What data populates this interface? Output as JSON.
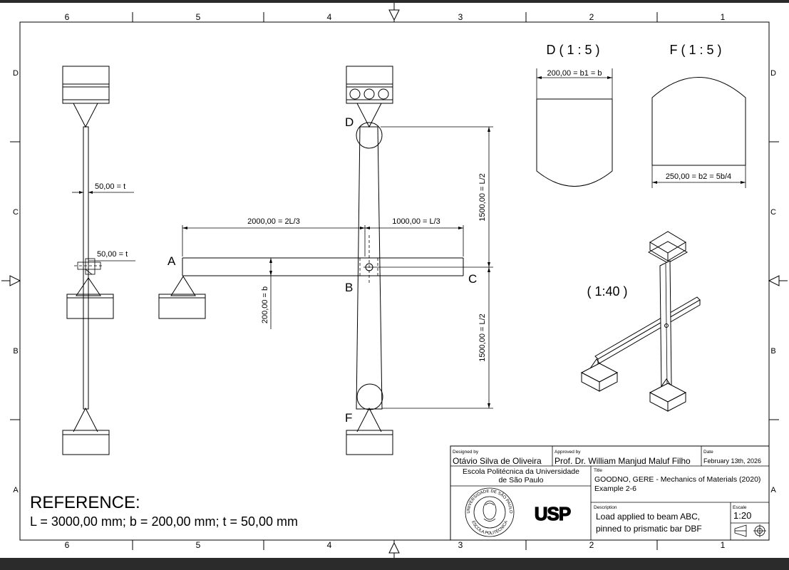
{
  "border": {
    "top_numbers": [
      "6",
      "5",
      "4",
      "3",
      "2",
      "1"
    ],
    "bottom_numbers": [
      "6",
      "5",
      "4",
      "3",
      "2",
      "1"
    ],
    "left_letters": [
      "D",
      "C",
      "B",
      "A"
    ],
    "right_letters": [
      "D",
      "C",
      "B",
      "A"
    ]
  },
  "views": {
    "side_dims": {
      "t_top": "50,00 = t",
      "t_mid": "50,00 = t"
    },
    "front_labels": {
      "A": "A",
      "B": "B",
      "C": "C",
      "D": "D",
      "F": "F"
    },
    "front_dims": {
      "left_span": "2000,00 = 2L/3",
      "right_span": "1000,00 = L/3",
      "upper_height": "1500,00 = L/2",
      "lower_height": "1500,00 = L/2",
      "beam_depth": "200,00 = b"
    },
    "detail_d": {
      "title": "D ( 1 : 5 )",
      "dim": "200,00 = b1 = b"
    },
    "detail_f": {
      "title": "F ( 1 : 5 )",
      "dim": "250,00 = b2 = 5b/4"
    },
    "iso": {
      "scale": "( 1:40 )"
    }
  },
  "reference": {
    "heading": "REFERENCE:",
    "values": "L = 3000,00 mm; b = 200,00 mm; t = 50,00 mm"
  },
  "title_block": {
    "designed_by_label": "Designed by",
    "designed_by": "Otávio Silva de Oliveira",
    "approved_by_label": "Approved by",
    "approved_by": "Prof. Dr. William Manjud Maluf Filho",
    "date_label": "Date",
    "date": "February 13th, 2026",
    "school_line1": "Escola Politécnica da Universidade",
    "school_line2": "de São Paulo",
    "title_label": "Title",
    "title_line1": "GOODNO, GERE - Mechanics of Materials (2020)",
    "title_line2": "Example 2-6",
    "description_label": "Description",
    "description_line1": "Load applied to beam ABC,",
    "description_line2": "pinned to prismatic bar DBF",
    "scale_label": "Escale",
    "scale": "1:20",
    "seal_text_top": "UNIVERSIDADE DE SÃO PAULO",
    "seal_text_bottom": "ESCOLA POLITÉCNICA",
    "logo_text": "USP"
  }
}
